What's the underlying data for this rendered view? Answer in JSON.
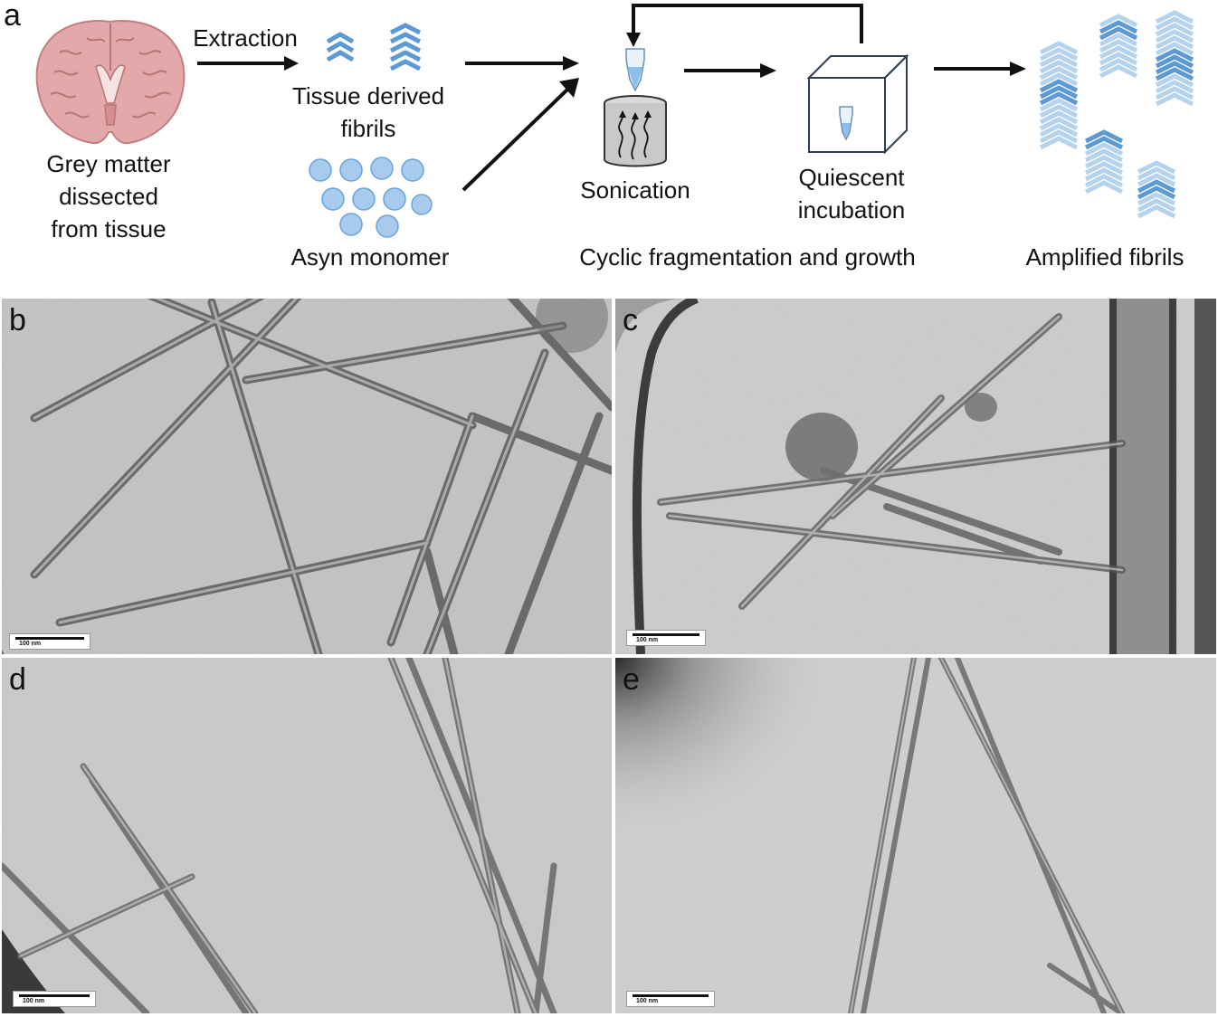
{
  "panel_a": {
    "letter": "a",
    "steps": {
      "extraction": "Extraction",
      "brain_caption": [
        "Grey matter",
        "dissected",
        "from tissue"
      ],
      "tissue_fibrils": [
        "Tissue derived",
        "fibrils"
      ],
      "monomer": "Asyn monomer",
      "sonication": "Sonication",
      "incubation": [
        "Quiescent",
        "incubation"
      ],
      "cycle": "Cyclic fragmentation and growth",
      "amplified": "Amplified fibrils"
    },
    "colors": {
      "brain": "#e0a3a5",
      "chevron_dark": "#5d99d2",
      "chevron_light": "#b6d3ee",
      "monomer": "#a8cbed",
      "arrow": "#111111"
    }
  },
  "panels": [
    {
      "letter": "b",
      "scale": "100 nm"
    },
    {
      "letter": "c",
      "scale": "100 nm"
    },
    {
      "letter": "d",
      "scale": "100 nm"
    },
    {
      "letter": "e",
      "scale": "100 nm"
    }
  ]
}
